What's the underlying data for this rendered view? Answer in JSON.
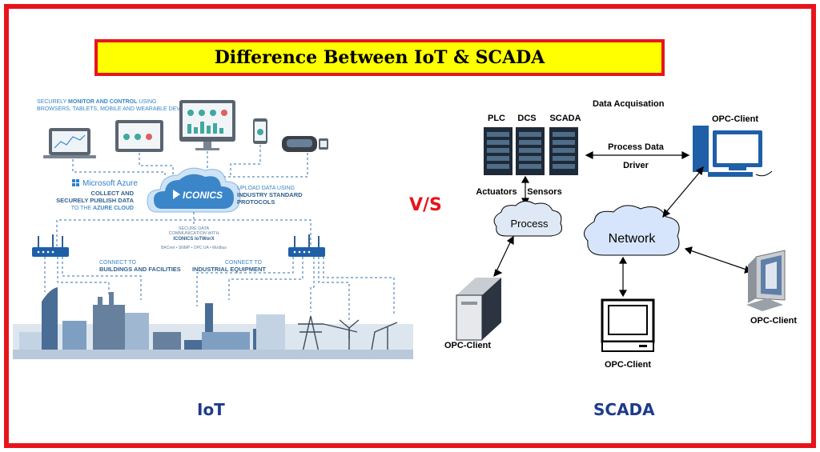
{
  "title": "Difference Between IoT & SCADA",
  "vs": "V/S",
  "labels": {
    "iot": "IoT",
    "scada": "SCADA"
  },
  "colors": {
    "border": "#e8141b",
    "title_bg": "#ffff00",
    "label_blue": "#1f3b8a",
    "iot_blue": "#3a86c8",
    "cloud_blue": "#cfe3f7"
  },
  "iot": {
    "monitor_line1_pre": "SECURELY ",
    "monitor_line1_bold": "MONITOR AND CONTROL",
    "monitor_line1_post": " USING",
    "monitor_line2": "BROWSERS, TABLETS, MOBILE AND WEARABLE DEVICES",
    "azure_brand": "Microsoft Azure",
    "azure_line1": "COLLECT AND",
    "azure_line2": "SECURELY PUBLISH DATA",
    "azure_line3_pre": "TO THE ",
    "azure_line3_bold": "AZURE CLOUD",
    "upload_line1": "UPLOAD DATA USING",
    "upload_line2": "INDUSTRY STANDARD",
    "upload_line3": "PROTOCOLS",
    "cloud_brand": "ICONICS",
    "secure_line1": "SECURE DATA",
    "secure_line2": "COMMUNICATION WITH",
    "secure_line3": "ICONICS IoTWorX",
    "protocols": "BACnet • SNMP • OPC UA • Modbus",
    "connect_buildings_1": "CONNECT TO",
    "connect_buildings_2": "BUILDINGS AND FACILITIES",
    "connect_industrial_1": "CONNECT TO",
    "connect_industrial_2": "INDUSTRIAL EQUIPMENT"
  },
  "scada": {
    "data_acquisition": "Data Acquisation",
    "servers": [
      "PLC",
      "DCS",
      "SCADA"
    ],
    "process_data": "Process Data",
    "driver": "Driver",
    "actuators": "Actuators",
    "sensors": "Sensors",
    "process": "Process",
    "network": "Network",
    "opc_top_right": "OPC-Client",
    "opc_left": "OPC-Client",
    "opc_center": "OPC-Client",
    "opc_right": "OPC-Client"
  }
}
